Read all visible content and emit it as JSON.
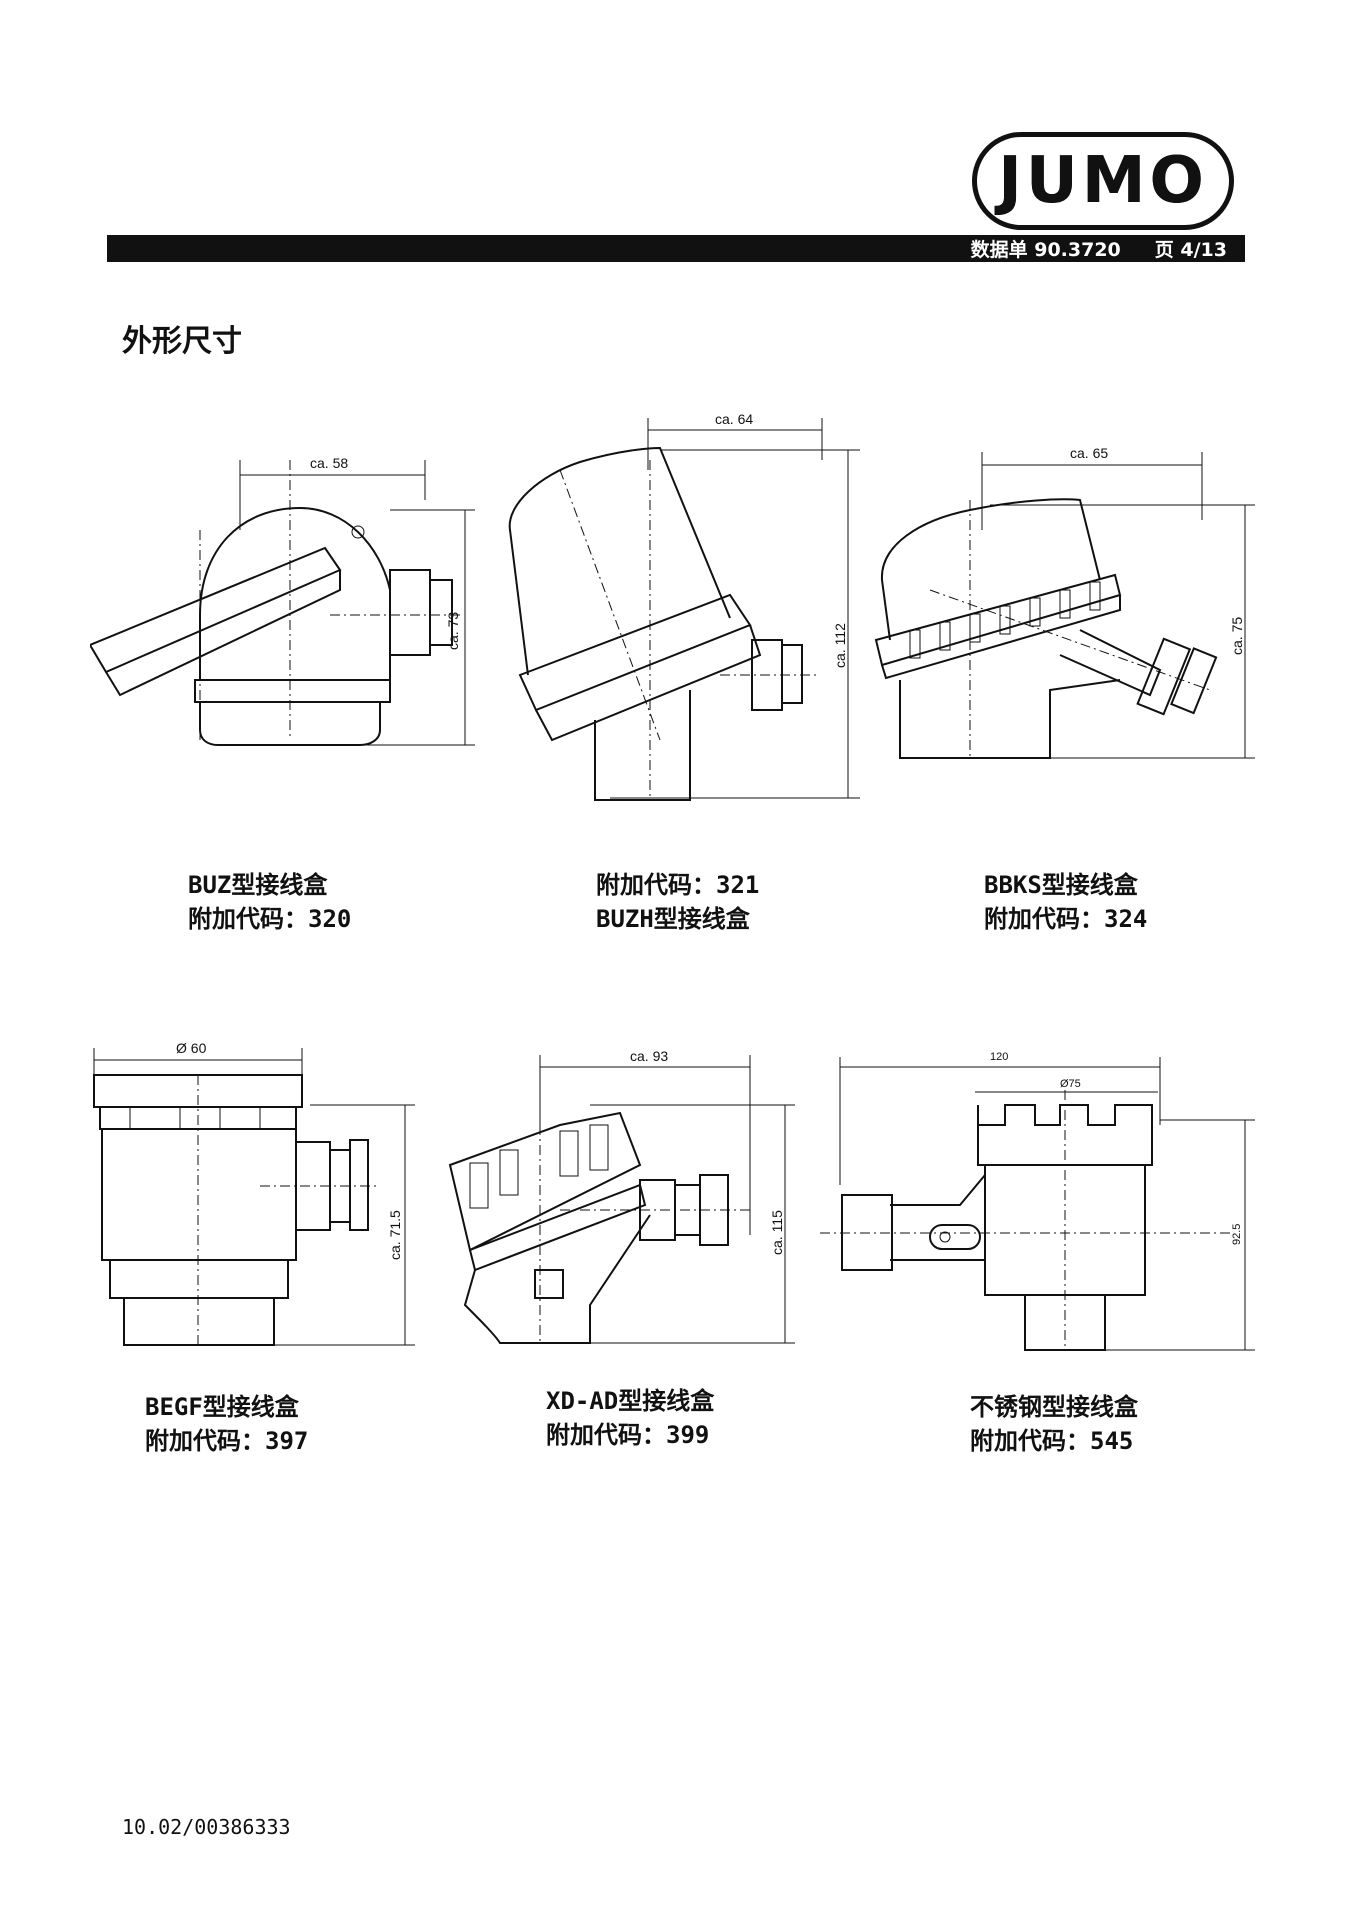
{
  "header": {
    "logo_text": "JUMO",
    "datasheet_label": "数据单 90.3720",
    "page_label": "页 4/13"
  },
  "section_title": "外形尺寸",
  "drawings": [
    {
      "dim_width": "ca. 58",
      "dim_height": "ca. 73",
      "caption_line1": "BUZ型接线盒",
      "caption_line2": "附加代码：320"
    },
    {
      "dim_width": "ca. 64",
      "dim_height": "ca. 112",
      "caption_line1": "附加代码：321",
      "caption_line2": "BUZH型接线盒"
    },
    {
      "dim_width": "ca. 65",
      "dim_height": "ca. 75",
      "caption_line1": "BBKS型接线盒",
      "caption_line2": "附加代码：324"
    },
    {
      "dim_width": "Ø 60",
      "dim_height": "ca. 71.5",
      "caption_line1": "BEGF型接线盒",
      "caption_line2": "附加代码：397"
    },
    {
      "dim_width": "ca. 93",
      "dim_height": "ca. 115",
      "caption_line1": "XD-AD型接线盒",
      "caption_line2": "附加代码：399"
    },
    {
      "dim_width": "120",
      "dim_inner": "Ø75",
      "dim_height": "92.5",
      "caption_line1": "不锈钢型接线盒",
      "caption_line2": "附加代码：545"
    }
  ],
  "footer": "10.02/00386333"
}
